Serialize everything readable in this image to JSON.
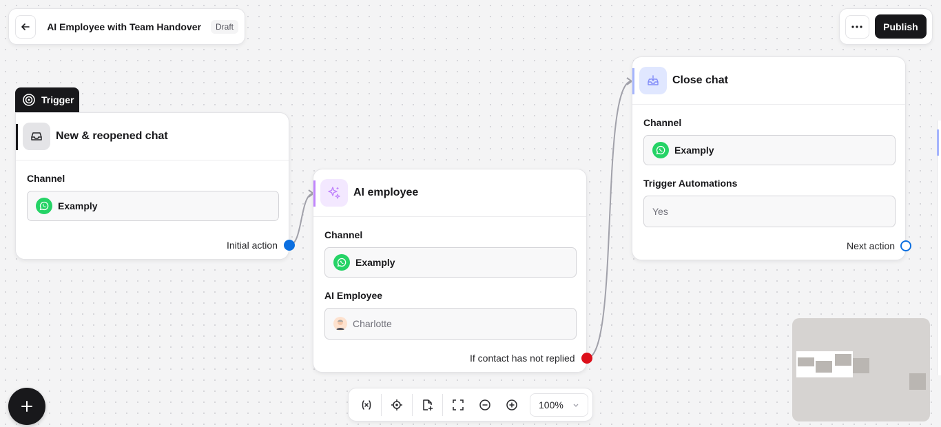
{
  "header": {
    "title": "AI Employee with Team Handover",
    "status": "Draft",
    "more_label": "···",
    "publish_label": "Publish"
  },
  "trigger_tag": "Trigger",
  "nodes": {
    "trigger": {
      "title": "New & reopened chat",
      "channel_label": "Channel",
      "channel_value": "Examply",
      "port_label": "Initial action",
      "port_color": "#0b6fe0"
    },
    "ai_employee": {
      "title": "AI employee",
      "channel_label": "Channel",
      "channel_value": "Examply",
      "employee_label": "AI Employee",
      "employee_value": "Charlotte",
      "port_label": "If contact has not replied",
      "port_color": "#dc0f1a"
    },
    "close_chat": {
      "title": "Close chat",
      "channel_label": "Channel",
      "channel_value": "Examply",
      "automations_label": "Trigger Automations",
      "automations_value": "Yes",
      "port_label": "Next action",
      "port_color": "#0b6fe0"
    }
  },
  "toolbar": {
    "zoom": "100%",
    "icons": [
      "variables-icon",
      "locate-icon",
      "add-note-icon",
      "fit-view-icon",
      "zoom-out-icon",
      "zoom-in-icon"
    ]
  },
  "colors": {
    "whatsapp": "#25d366",
    "ai_accent": "#c084fc",
    "close_accent": "#a5b4fc",
    "dark": "#18181b"
  }
}
